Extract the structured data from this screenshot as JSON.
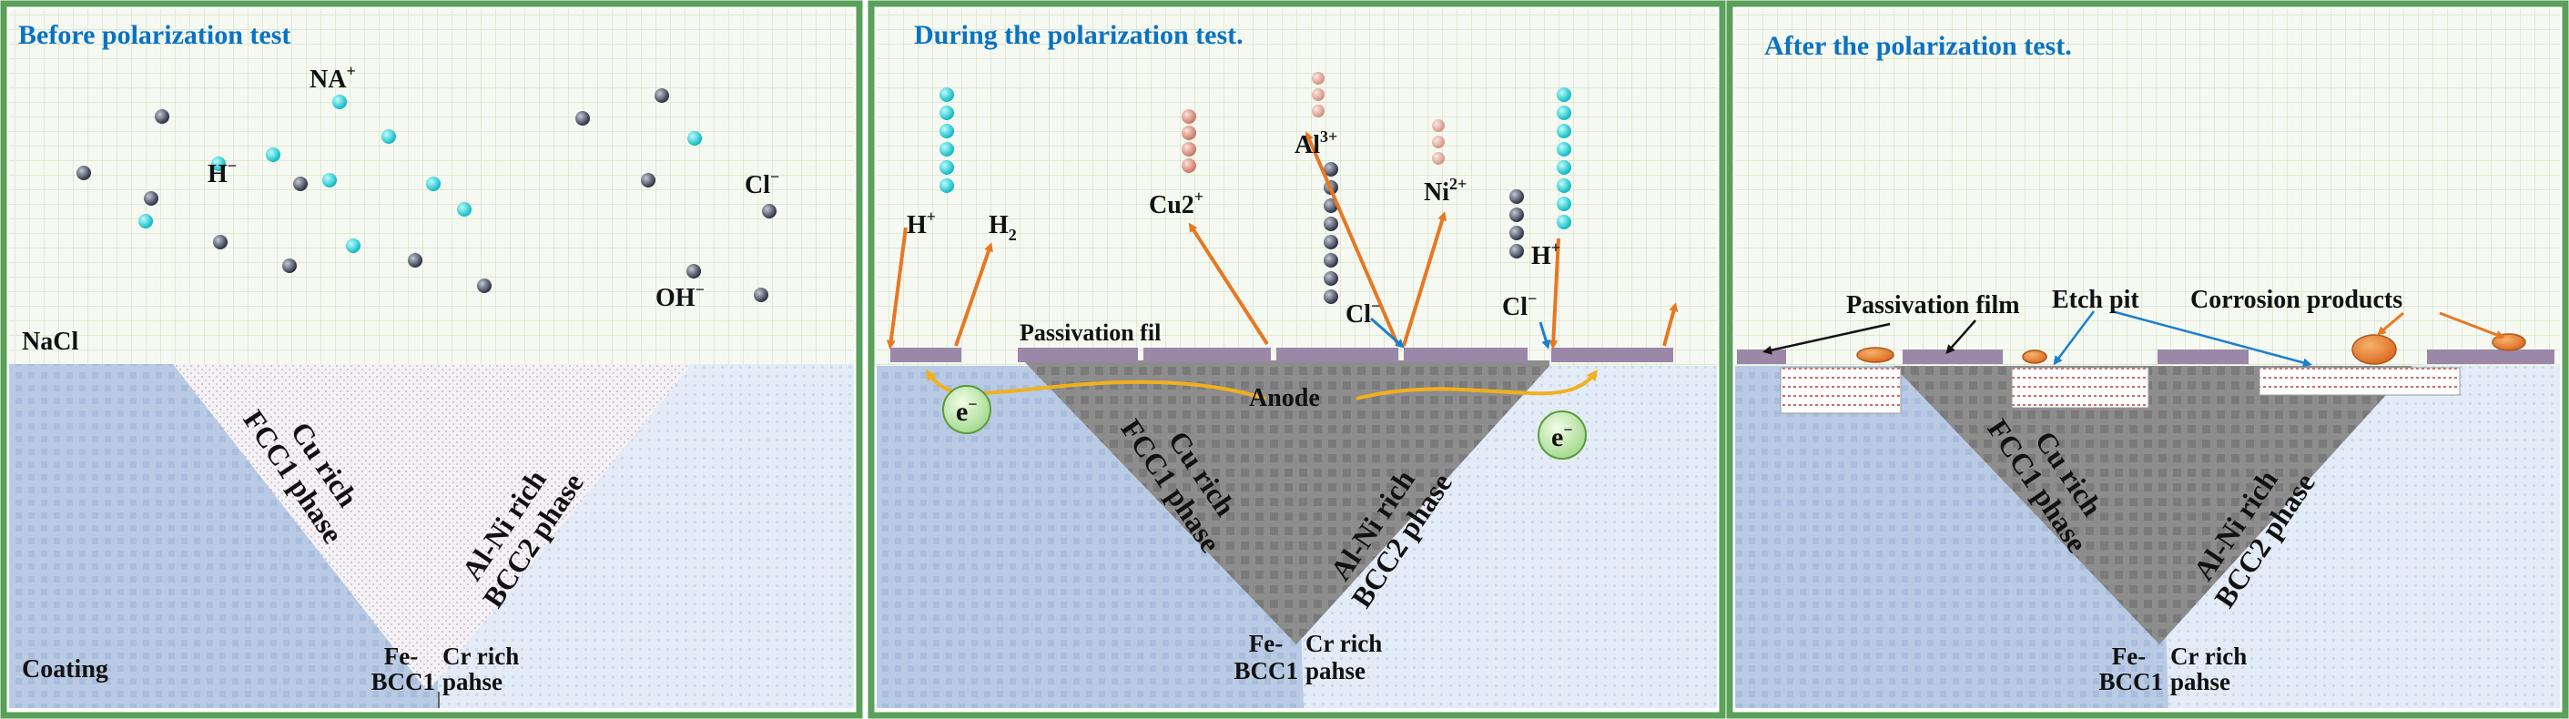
{
  "panels": [
    {
      "title": "Before polarization test",
      "labels": {
        "na": "NA",
        "na_sup": "+",
        "h": "H",
        "h_sup": "−",
        "cl": "Cl",
        "cl_sup": "−",
        "oh": "OH",
        "oh_sup": "−",
        "nacl": "NaCl",
        "coating": "Coating",
        "cu_line1": "Cu rich",
        "cu_line2": "FCC1 phase",
        "al_line1": "Al-Ni rich",
        "al_line2": "BCC2 phase",
        "fe_line1": "Fe-",
        "fe_line2": "BCC1",
        "cr_line1": "Cr rich",
        "cr_line2": "pahse"
      }
    },
    {
      "title": "During the polarization test.",
      "labels": {
        "h": "H",
        "h_sup": "+",
        "h2": "H",
        "h2_sub": "2",
        "cu": "Cu2",
        "cu_sup": "+",
        "al": "Al",
        "al_sup": "3+",
        "ni": "Ni",
        "ni_sup": "2+",
        "h_right": "H",
        "h_right_sup": "+",
        "cl_mid": "Cl",
        "cl_mid_sup": "−",
        "cl_right": "Cl",
        "cl_right_sup": "−",
        "passivation": "Passivation fil",
        "anode": "Anode",
        "e_left": "e",
        "e_left_sup": "−",
        "e_right": "e",
        "e_right_sup": "−",
        "cu_line1": "Cu rich",
        "cu_line2": "FCC1 phase",
        "al_line1": "Al-Ni rich",
        "al_line2": "BCC2 phase",
        "fe_line1": "Fe-",
        "fe_line2": "BCC1",
        "cr_line1": "Cr rich",
        "cr_line2": "pahse"
      }
    },
    {
      "title": "After the polarization test.",
      "labels": {
        "passivation": "Passivation film",
        "etch": "Etch pit",
        "corrosion": "Corrosion products",
        "cu_line1": "Cu rich",
        "cu_line2": "FCC1 phase",
        "al_line1": "Al-Ni rich",
        "al_line2": "BCC2 phase",
        "fe_line1": "Fe-",
        "fe_line2": "BCC1",
        "cr_line1": "Cr rich",
        "cr_line2": "pahse"
      }
    }
  ],
  "colors": {
    "frame": "#5aa05a",
    "title": "#0a72c4",
    "solution_bg": "#f4f8ee",
    "coating": "#b7c9e2",
    "fcc_light": "#f1eef2",
    "bcc_light": "#e5ecf5",
    "anode_gray": "#8a8a8a",
    "film": "#9b87a8",
    "arrow": "#e87722",
    "ion_cyan": "#22d6d6",
    "ion_dark": "#4a4f64",
    "ion_pink": "#e8a79a",
    "electron": "#c8ecb0",
    "blue_arrow": "#1a7fcf"
  }
}
